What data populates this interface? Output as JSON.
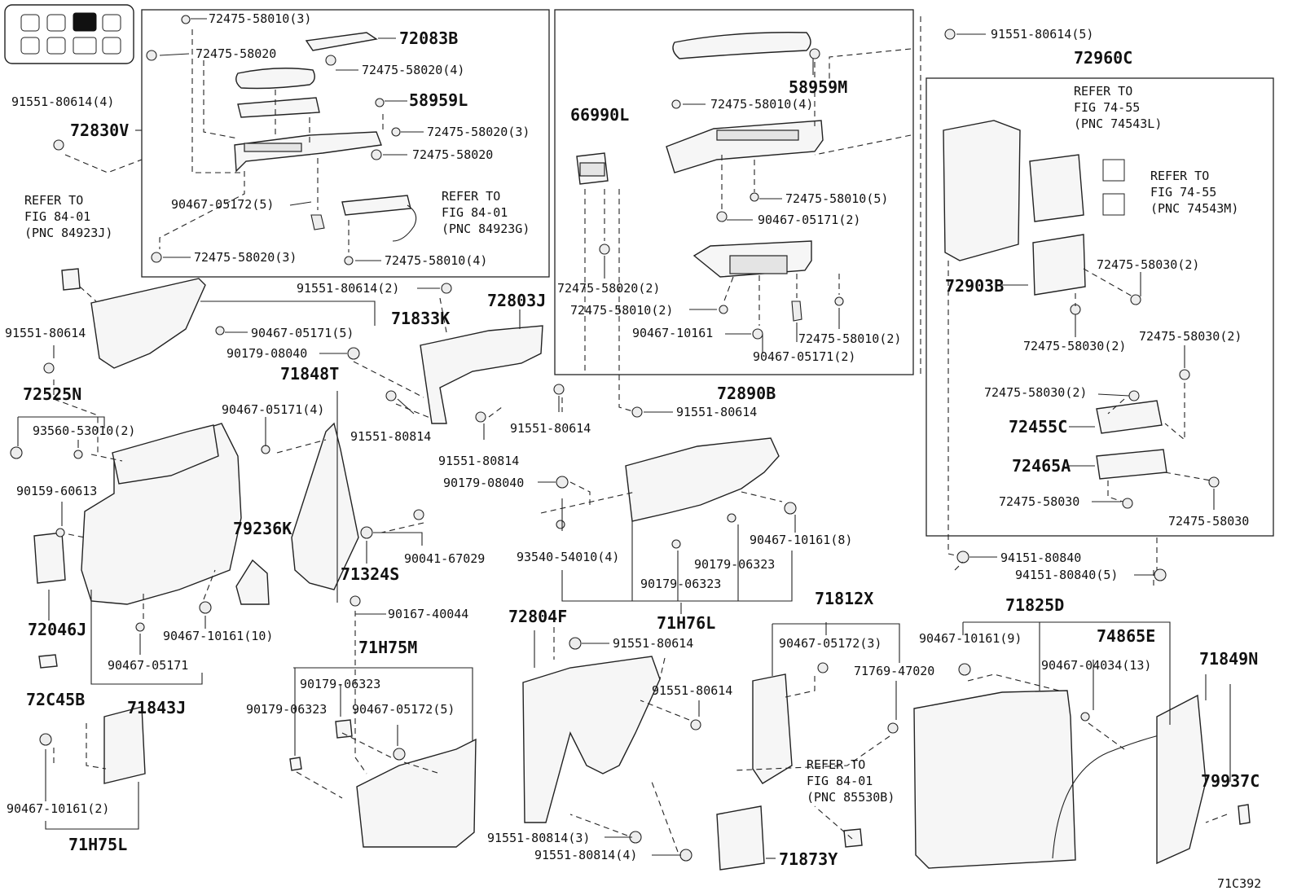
{
  "diagram_code": "71C392",
  "labels": [
    "72475-58010(3)",
    "72083B",
    "72475-58020",
    "72475-58020(4)",
    "58959L",
    "91551-80614(4)",
    "72830V",
    "72475-58020(3)",
    "72475-58020",
    "90467-05172(5)",
    "72475-58020(3)",
    "72475-58010(4)",
    "91551-80614(5)",
    "58959M",
    "72475-58010(4)",
    "66990L",
    "72475-58010(5)",
    "90467-05171(2)",
    "72475-58020(2)",
    "72475-58010(2)",
    "90467-10161",
    "72475-58010(2)",
    "90467-05171(2)",
    "72890B",
    "72960C",
    "72903B",
    "72475-58030(2)",
    "72475-58030(2)",
    "72475-58030(2)",
    "72475-58030(2)",
    "72455C",
    "72465A",
    "72475-58030",
    "72475-58030",
    "94151-80840",
    "94151-80840(5)",
    "91551-80614(2)",
    "71833K",
    "90467-05171(5)",
    "90179-08040",
    "91551-80614",
    "72803J",
    "91551-80814",
    "91551-80614",
    "91551-80614",
    "91551-80814",
    "90179-08040",
    "72525N",
    "93560-53010(2)",
    "71848T",
    "90467-05171(4)",
    "90159-60613",
    "79236K",
    "90041-67029",
    "71324S",
    "90467-10161(8)",
    "93540-54010(4)",
    "90179-06323",
    "90179-06323",
    "71H76L",
    "72046J",
    "90467-10161(10)",
    "90467-05171",
    "71843J",
    "72C45B",
    "90167-40044",
    "71H75M",
    "72804F",
    "91551-80614",
    "91551-80614",
    "71812X",
    "90467-05172(3)",
    "71769-47020",
    "71825D",
    "90467-10161(9)",
    "74865E",
    "90467-04034(13)",
    "71849N",
    "90179-06323",
    "90179-06323",
    "90467-05172(5)",
    "90467-10161(2)",
    "71H75L",
    "91551-80814(3)",
    "91551-80814(4)",
    "71873Y",
    "79937C"
  ],
  "references": {
    "r1": {
      "line1": "REFER TO",
      "line2": "FIG 84-01",
      "line3": "(PNC 84923J)"
    },
    "r2": {
      "line1": "REFER TO",
      "line2": "FIG 84-01",
      "line3": "(PNC 84923G)"
    },
    "r3": {
      "line1": "REFER TO",
      "line2": "FIG 74-55",
      "line3": "(PNC 74543L)"
    },
    "r4": {
      "line1": "REFER TO",
      "line2": "FIG 74-55",
      "line3": "(PNC 74543M)"
    },
    "r5": {
      "line1": "REFER TO",
      "line2": "FIG 84-01",
      "line3": "(PNC 85530B)"
    }
  }
}
